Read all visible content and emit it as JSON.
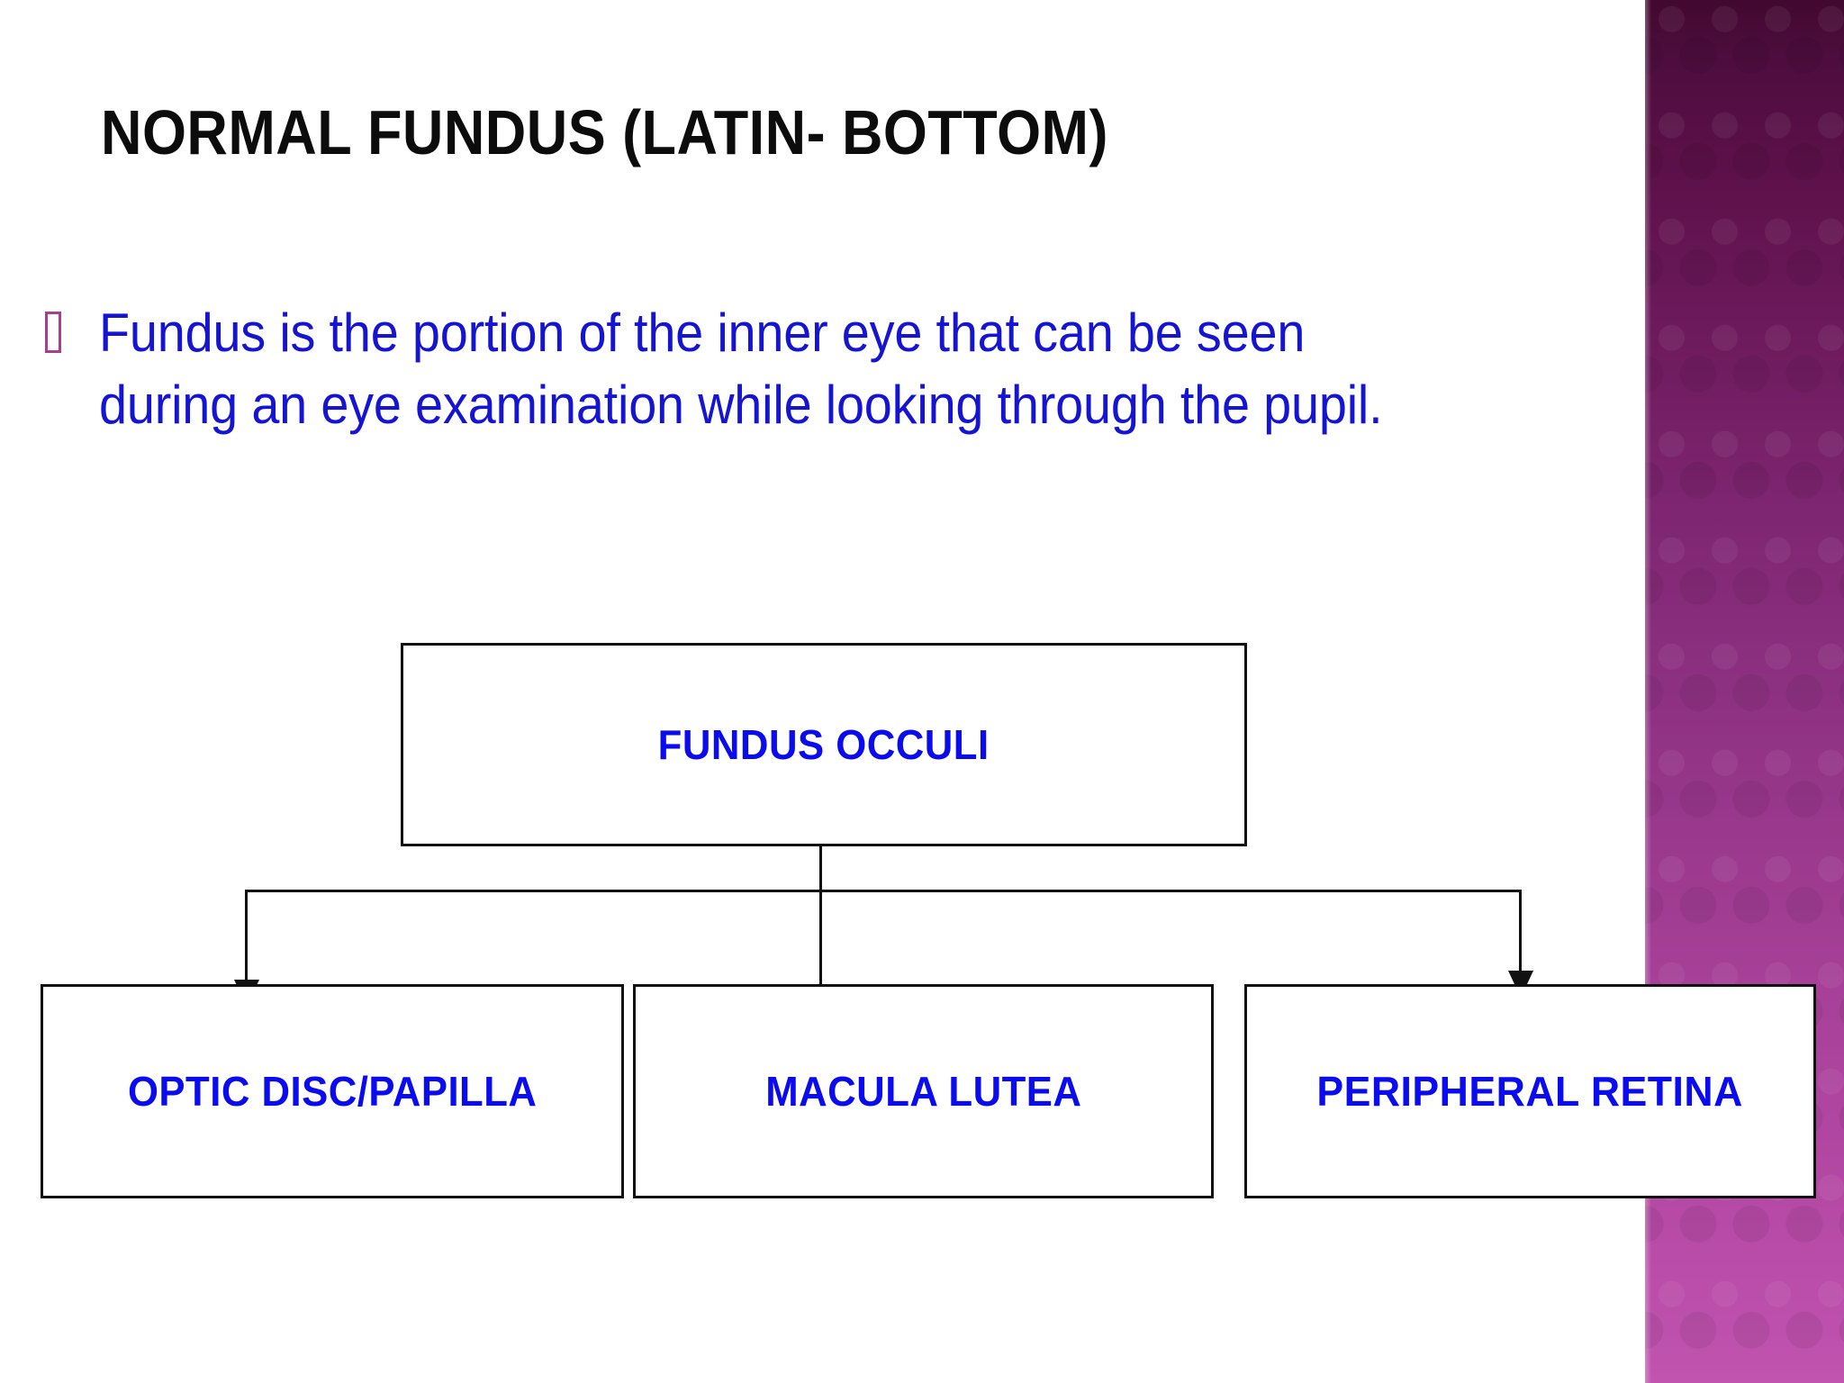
{
  "slide": {
    "title": "NORMAL FUNDUS (LATIN- BOTTOM)",
    "background_color": "#ffffff",
    "title_color": "#0c0c0c"
  },
  "body": {
    "bullet_glyph": "missing-glyph-box",
    "bullet_color": "#a93d8e",
    "text_color": "#1414d2",
    "paragraph": "Fundus is the portion of the inner eye that can be seen during an eye examination while looking through the pupil."
  },
  "sidebar": {
    "gradient_top_color": "#4d0d3e",
    "gradient_mid_color": "#96368c",
    "gradient_bottom_color": "#bc4fac"
  },
  "diagram": {
    "type": "flowchart",
    "label_color": "#0b0bef",
    "border_color": "#111111",
    "root": {
      "label": "FUNDUS OCCULI"
    },
    "children": [
      {
        "label": "OPTIC DISC/PAPILLA"
      },
      {
        "label": "MACULA LUTEA"
      },
      {
        "label": "PERIPHERAL RETINA"
      }
    ]
  }
}
